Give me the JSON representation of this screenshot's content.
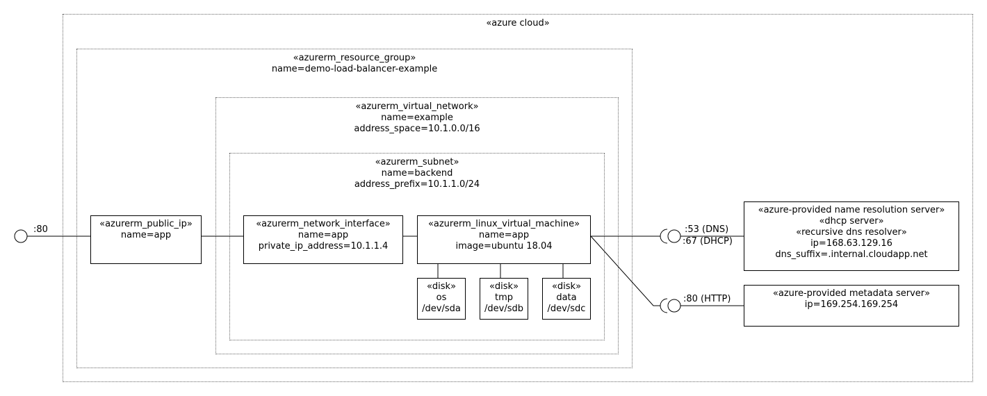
{
  "cloud": {
    "title": "«azure cloud»"
  },
  "resource_group": {
    "stereotype": "«azurerm_resource_group»",
    "name": "name=demo-load-balancer-example"
  },
  "virtual_network": {
    "stereotype": "«azurerm_virtual_network»",
    "name": "name=example",
    "address_space": "address_space=10.1.0.0/16"
  },
  "subnet": {
    "stereotype": "«azurerm_subnet»",
    "name": "name=backend",
    "address_prefix": "address_prefix=10.1.1.0/24"
  },
  "public_ip": {
    "stereotype": "«azurerm_public_ip»",
    "name": "name=app",
    "port_label": ":80"
  },
  "network_interface": {
    "stereotype": "«azurerm_network_interface»",
    "name": "name=app",
    "private_ip": "private_ip_address=10.1.1.4"
  },
  "vm": {
    "stereotype": "«azurerm_linux_virtual_machine»",
    "name": "name=app",
    "image": "image=ubuntu 18.04"
  },
  "disks": [
    {
      "stereotype": "«disk»",
      "name": "os",
      "device": "/dev/sda"
    },
    {
      "stereotype": "«disk»",
      "name": "tmp",
      "device": "/dev/sdb"
    },
    {
      "stereotype": "«disk»",
      "name": "data",
      "device": "/dev/sdc"
    }
  ],
  "dns_server": {
    "stereotype": "«azure-provided name resolution server»",
    "role1": "«dhcp server»",
    "role2": "«recursive dns resolver»",
    "ip": "ip=168.63.129.16",
    "dns_suffix": "dns_suffix=.internal.cloudapp.net",
    "port_dns": ":53 (DNS)",
    "port_dhcp": ":67 (DHCP)"
  },
  "metadata_server": {
    "stereotype": "«azure-provided metadata server»",
    "ip": "ip=169.254.169.254",
    "port_http": ":80 (HTTP)"
  }
}
